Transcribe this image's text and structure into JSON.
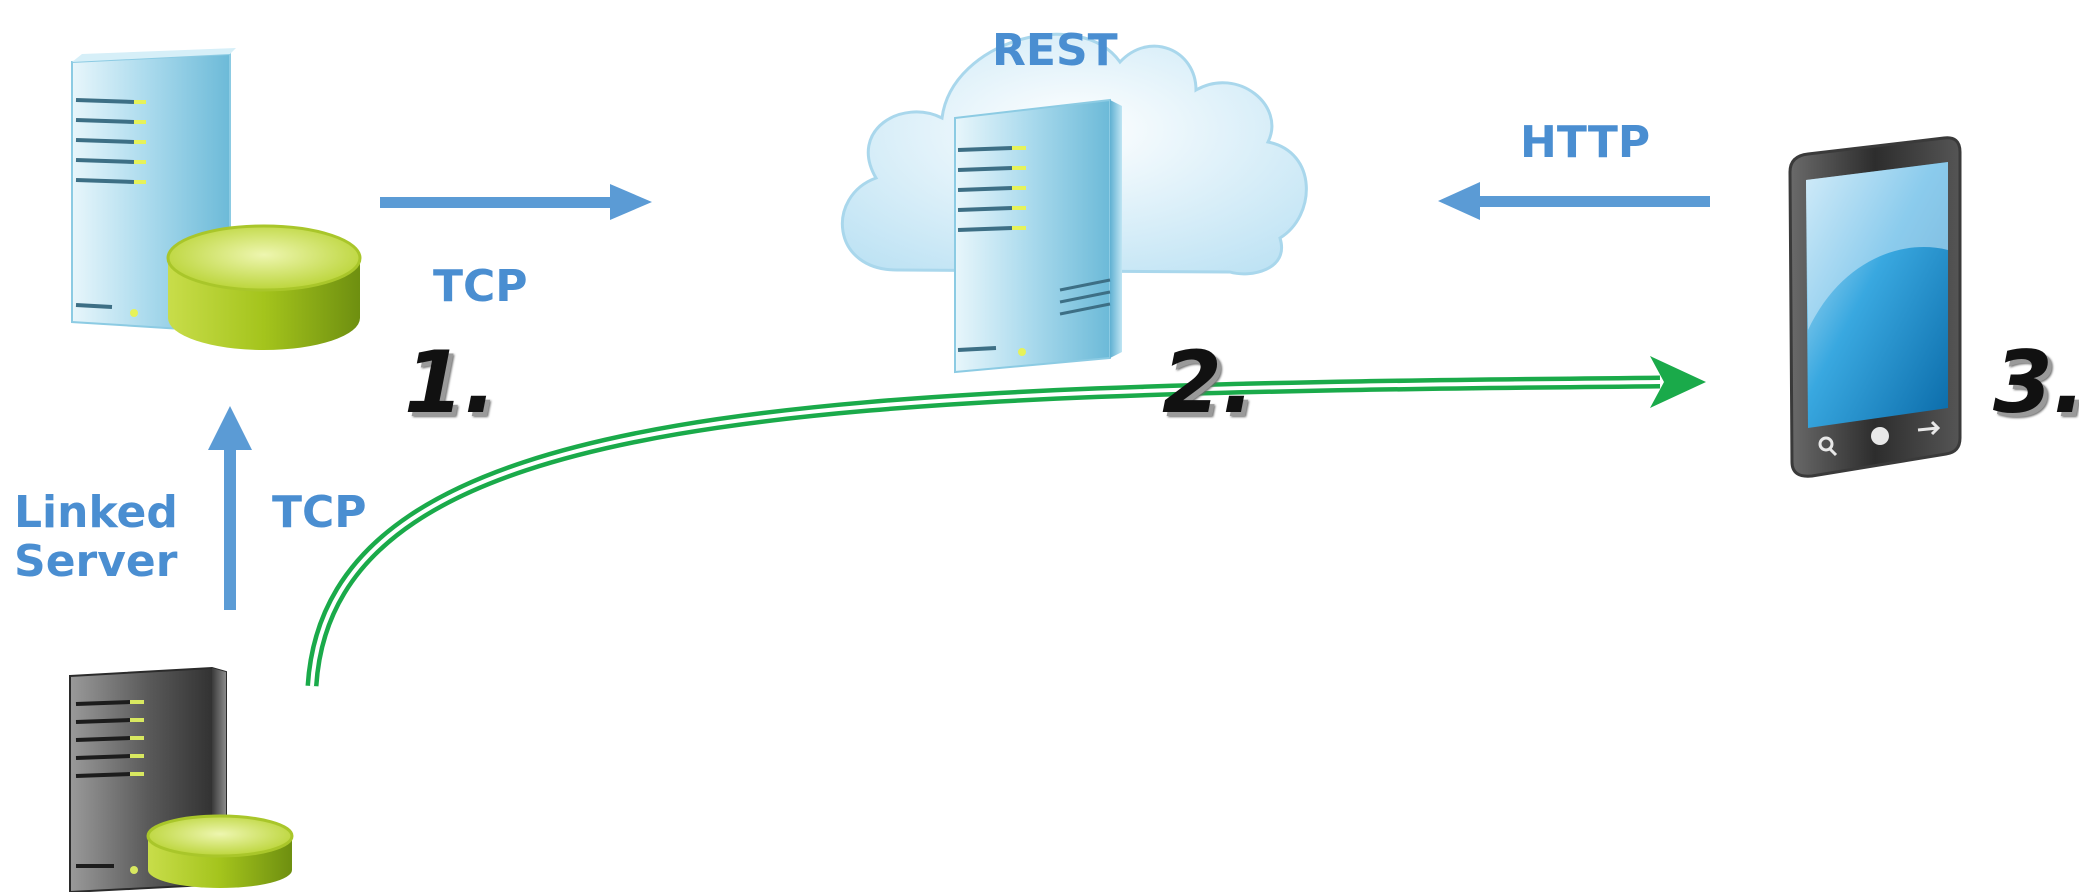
{
  "labels": {
    "rest": "REST",
    "http": "HTTP",
    "tcp_top": "TCP",
    "tcp_left": "TCP",
    "linked_line1": "Linked",
    "linked_line2": "Server"
  },
  "steps": [
    "1.",
    "2.",
    "3."
  ],
  "colors": {
    "arrow_blue": "#5b9bd5",
    "label_blue": "#4a8ed1",
    "curve_green": "#1aaa4a",
    "disk_green": "#a8cc1e",
    "step_black": "#111111"
  },
  "icons": {
    "primary_server": "server-with-database-icon",
    "cloud_server": "cloud-server-icon",
    "mobile_device": "smartphone-icon",
    "linked_server": "dark-server-with-database-icon"
  }
}
